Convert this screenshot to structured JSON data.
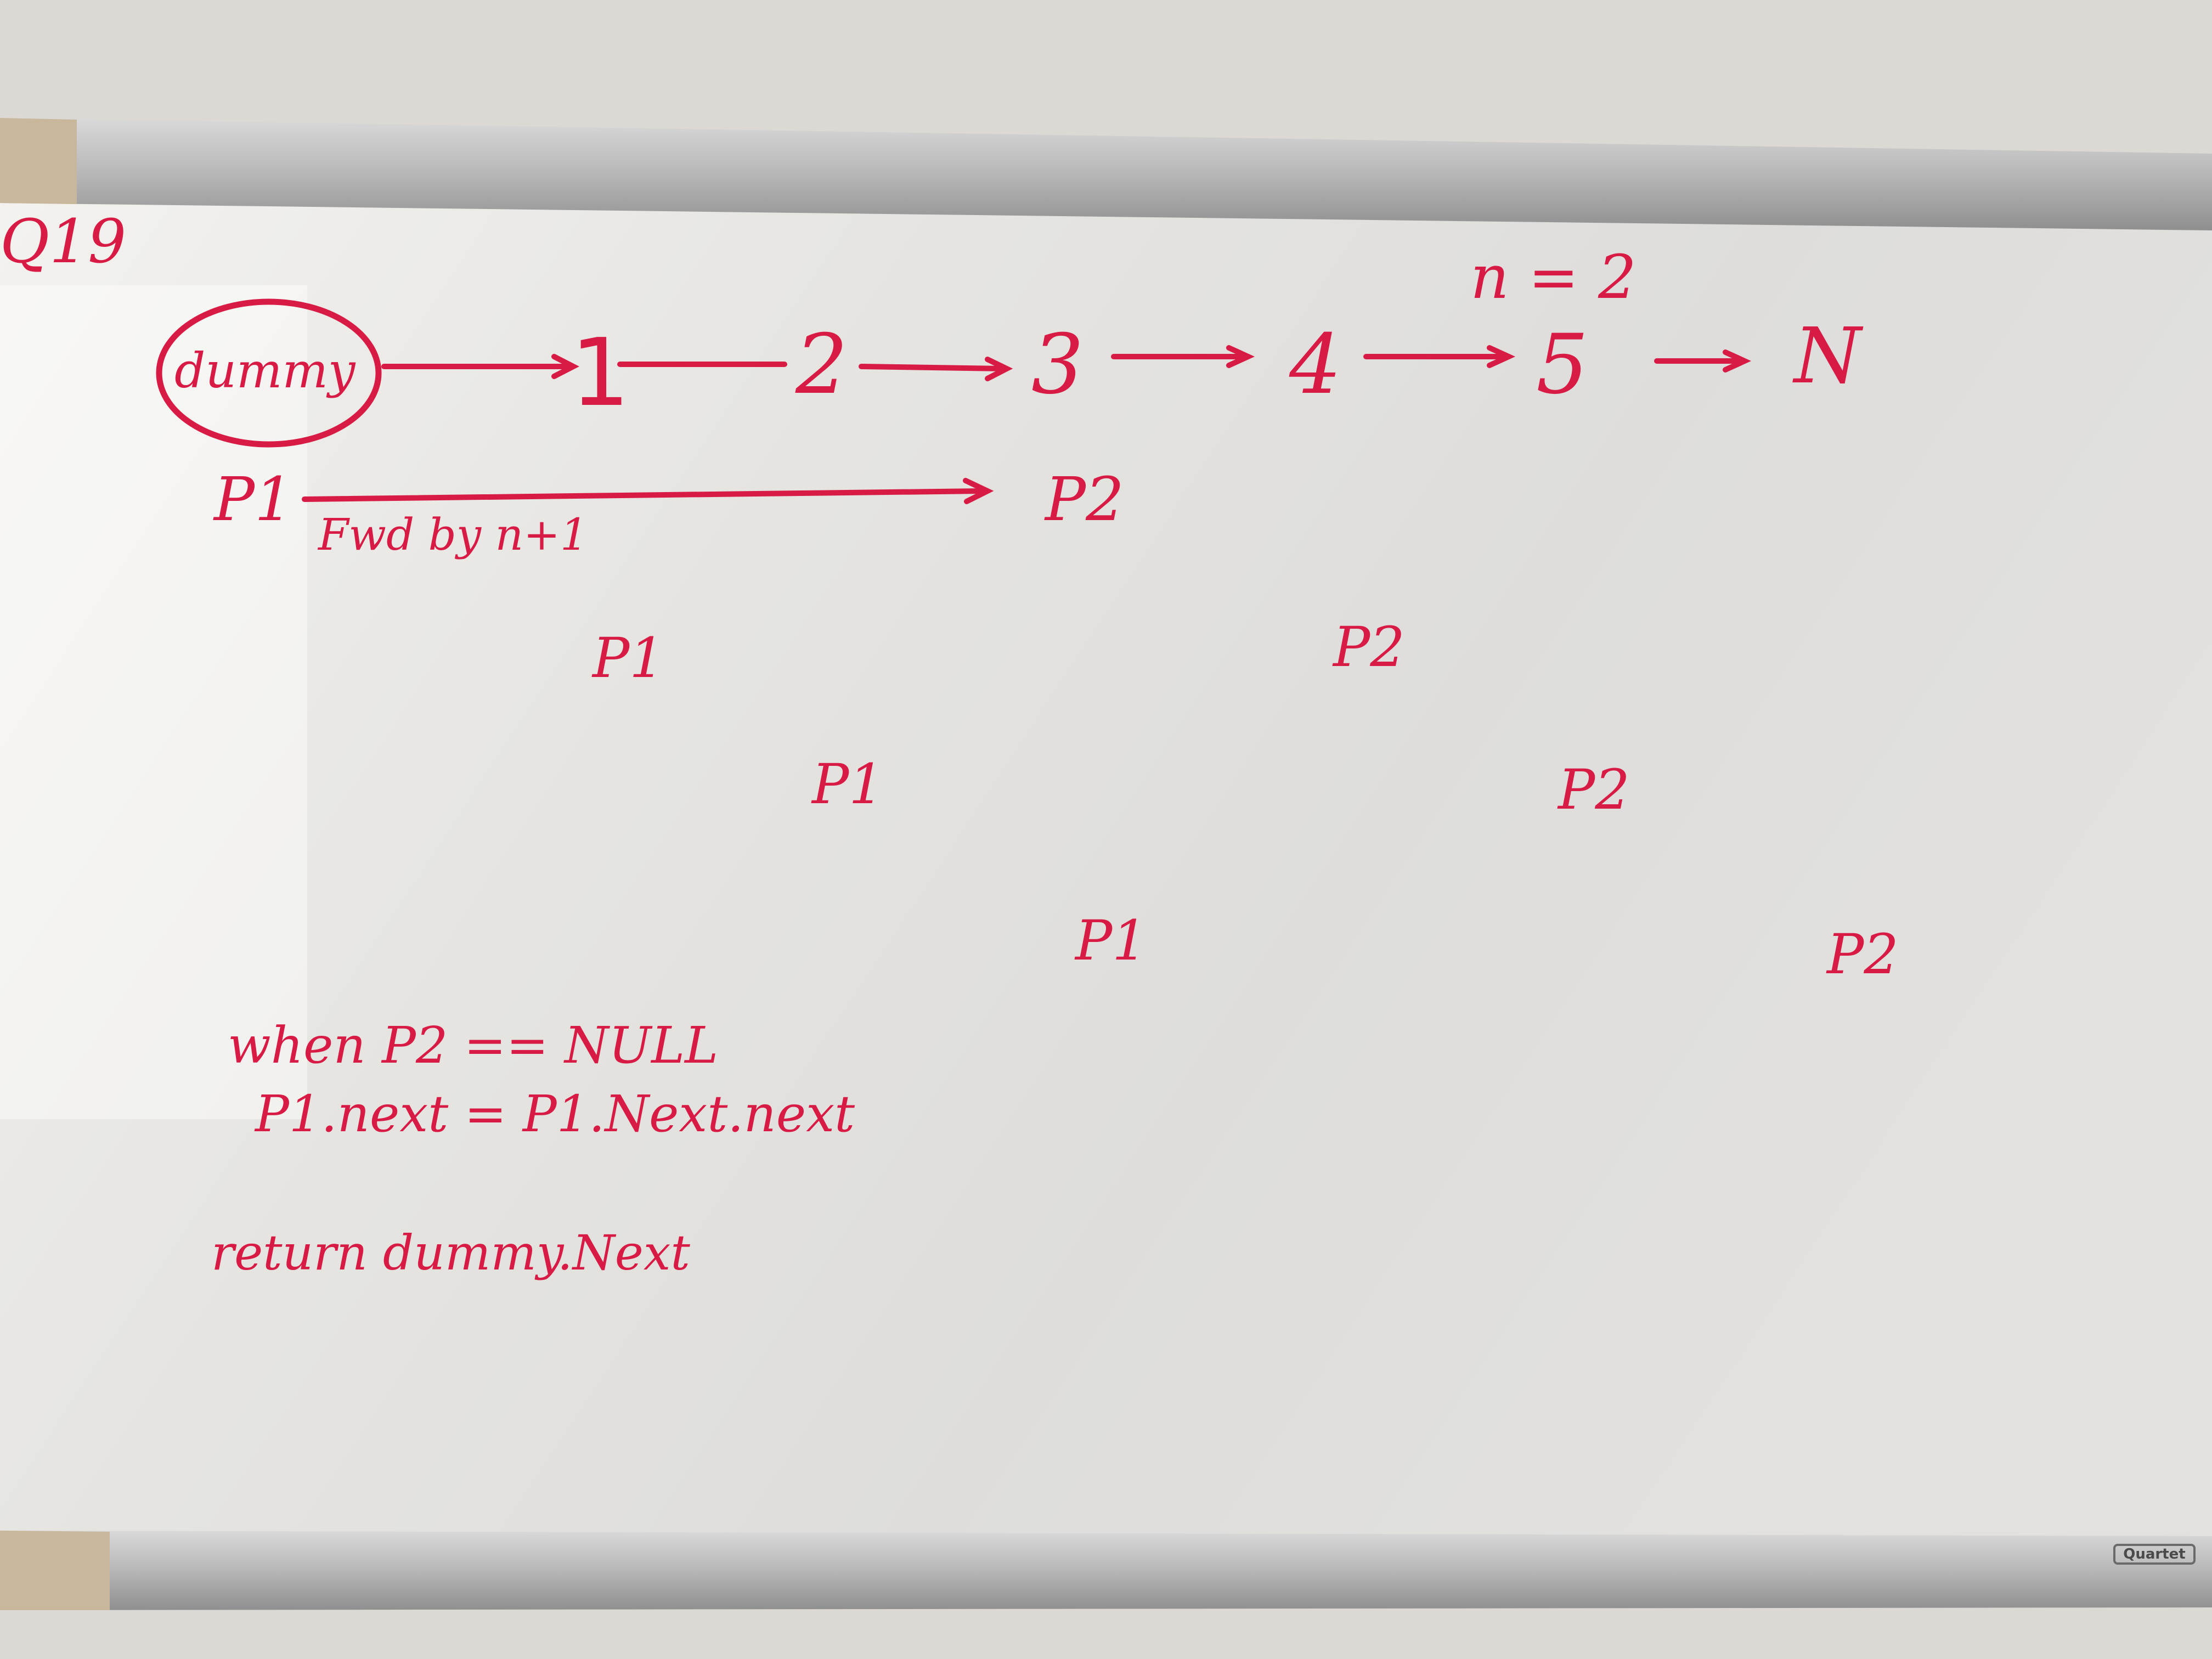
{
  "board": {
    "question_label": "Q19",
    "n_eq": "n = 2",
    "nodes": [
      "dummy",
      "1",
      "2",
      "3",
      "4",
      "5",
      "N"
    ],
    "p1": "P1",
    "p2": "P2",
    "fwd_label": "Fwd by n+1",
    "p1_steps": [
      "P1",
      "P1",
      "P1"
    ],
    "p2_steps": [
      "P2",
      "P2",
      "P2"
    ],
    "cond_line": "when P2 == NULL",
    "assign_line": "P1.next = P1.Next.next",
    "return_line": "return dummy.Next",
    "brand": "Quartet"
  },
  "colors": {
    "ink": "#d81b45",
    "board": "#ecebe7",
    "frame": "#b9b9b9",
    "wall": "#dcd9d4"
  }
}
